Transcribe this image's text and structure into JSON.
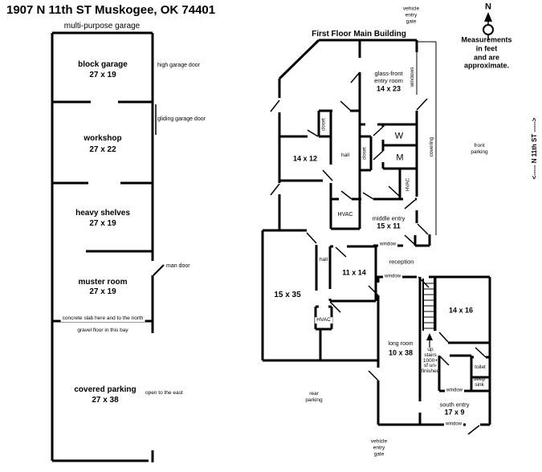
{
  "title": "1907 N 11th ST  Muskogee, OK  74401",
  "notes": {
    "measurements": "Measurements in feet\nand are approximate.",
    "compass_n": "N",
    "street": "<-----  N 11th ST  ----->"
  },
  "garage": {
    "label": "multi-purpose garage",
    "rooms": [
      {
        "name": "block garage",
        "dims": "27 x 19"
      },
      {
        "name": "workshop",
        "dims": "27 x 22"
      },
      {
        "name": "heavy shelves",
        "dims": "27 x 19"
      },
      {
        "name": "muster room",
        "dims": "27 x 19"
      },
      {
        "name": "covered parking",
        "dims": "27 x 38"
      }
    ],
    "annotations": {
      "high_garage_door": "high garage door",
      "gliding_garage_door": "gliding garage door",
      "man_door": "man door",
      "concrete_slab": "concrete slab here and to the north",
      "gravel_floor": "gravel floor in this bay",
      "open_east": "open to the east"
    }
  },
  "main": {
    "label": "First Floor Main Building",
    "gate_top": "vehicle\nentry\ngate",
    "gate_bottom": "vehicle\nentry\ngate",
    "windows_label": "windows",
    "covering_label": "covering",
    "window": "window",
    "front_parking": "front\nparking",
    "rear_parking": "rear\nparking",
    "rooms": {
      "entry_name": "glass-front\nentry room",
      "entry_dims": "14 x 23",
      "r14x12": "14 x 12",
      "hall_upper": "hall",
      "closet1": "closet",
      "closet2": "closet",
      "w": "W",
      "m": "M",
      "hvac_side": "HVAC",
      "hvac_room": "HVAC",
      "hvac_lower": "HVAC",
      "middle_entry_name": "middle entry",
      "middle_entry_dims": "15 x 11",
      "reception": "reception",
      "r15x35": "15 x 35",
      "hall_lower": "hall",
      "r11x14": "11 x 14",
      "long_room_name": "long room",
      "long_room_dims": "10 x 38",
      "r14x16": "14 x 16",
      "stairs_note": "up\nstairs\n1000+\nsf un-\nfinished",
      "toilet": "toilet",
      "deep_sink": "deep\nsink",
      "south_entry_name": "south entry",
      "south_entry_dims": "17 x 9"
    }
  }
}
